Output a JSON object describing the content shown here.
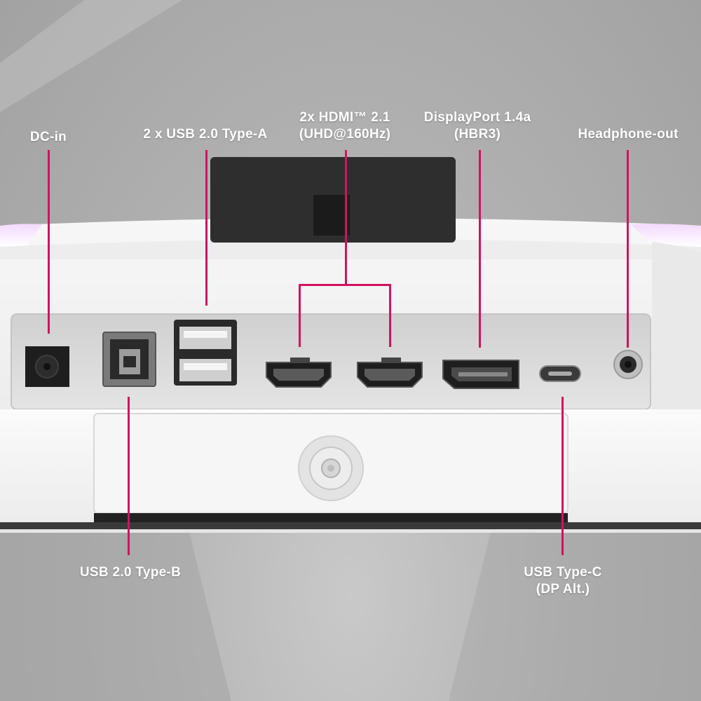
{
  "labels": {
    "dc_in": "DC-in",
    "usb_a": "2 x USB 2.0 Type-A",
    "hdmi_line1": "2x HDMI™ 2.1",
    "hdmi_line2": "(UHD@160Hz)",
    "dp_line1": "DisplayPort 1.4a",
    "dp_line2": "(HBR3)",
    "headphone": "Headphone-out",
    "usb_b": "USB 2.0 Type-B",
    "usbc_line1": "USB Type-C",
    "usbc_line2": "(DP Alt.)"
  },
  "colors": {
    "callout": "#d1135f",
    "background": "#b3b3b3",
    "monitor_body": "#f2f2f2",
    "port_panel": "#d9d9d9",
    "stand_block": "#2e2e2e",
    "underglow": "#e6b3ff"
  },
  "icons": {
    "dc_port": "dc-barrel-jack-icon",
    "usb_b_port": "usb-b-port-icon",
    "usb_a_port": "usb-a-port-icon",
    "hdmi_port": "hdmi-port-icon",
    "dp_port": "displayport-port-icon",
    "usbc_port": "usb-c-port-icon",
    "audio_port": "audio-jack-icon",
    "stand_mount": "stand-mount-knob-icon"
  }
}
